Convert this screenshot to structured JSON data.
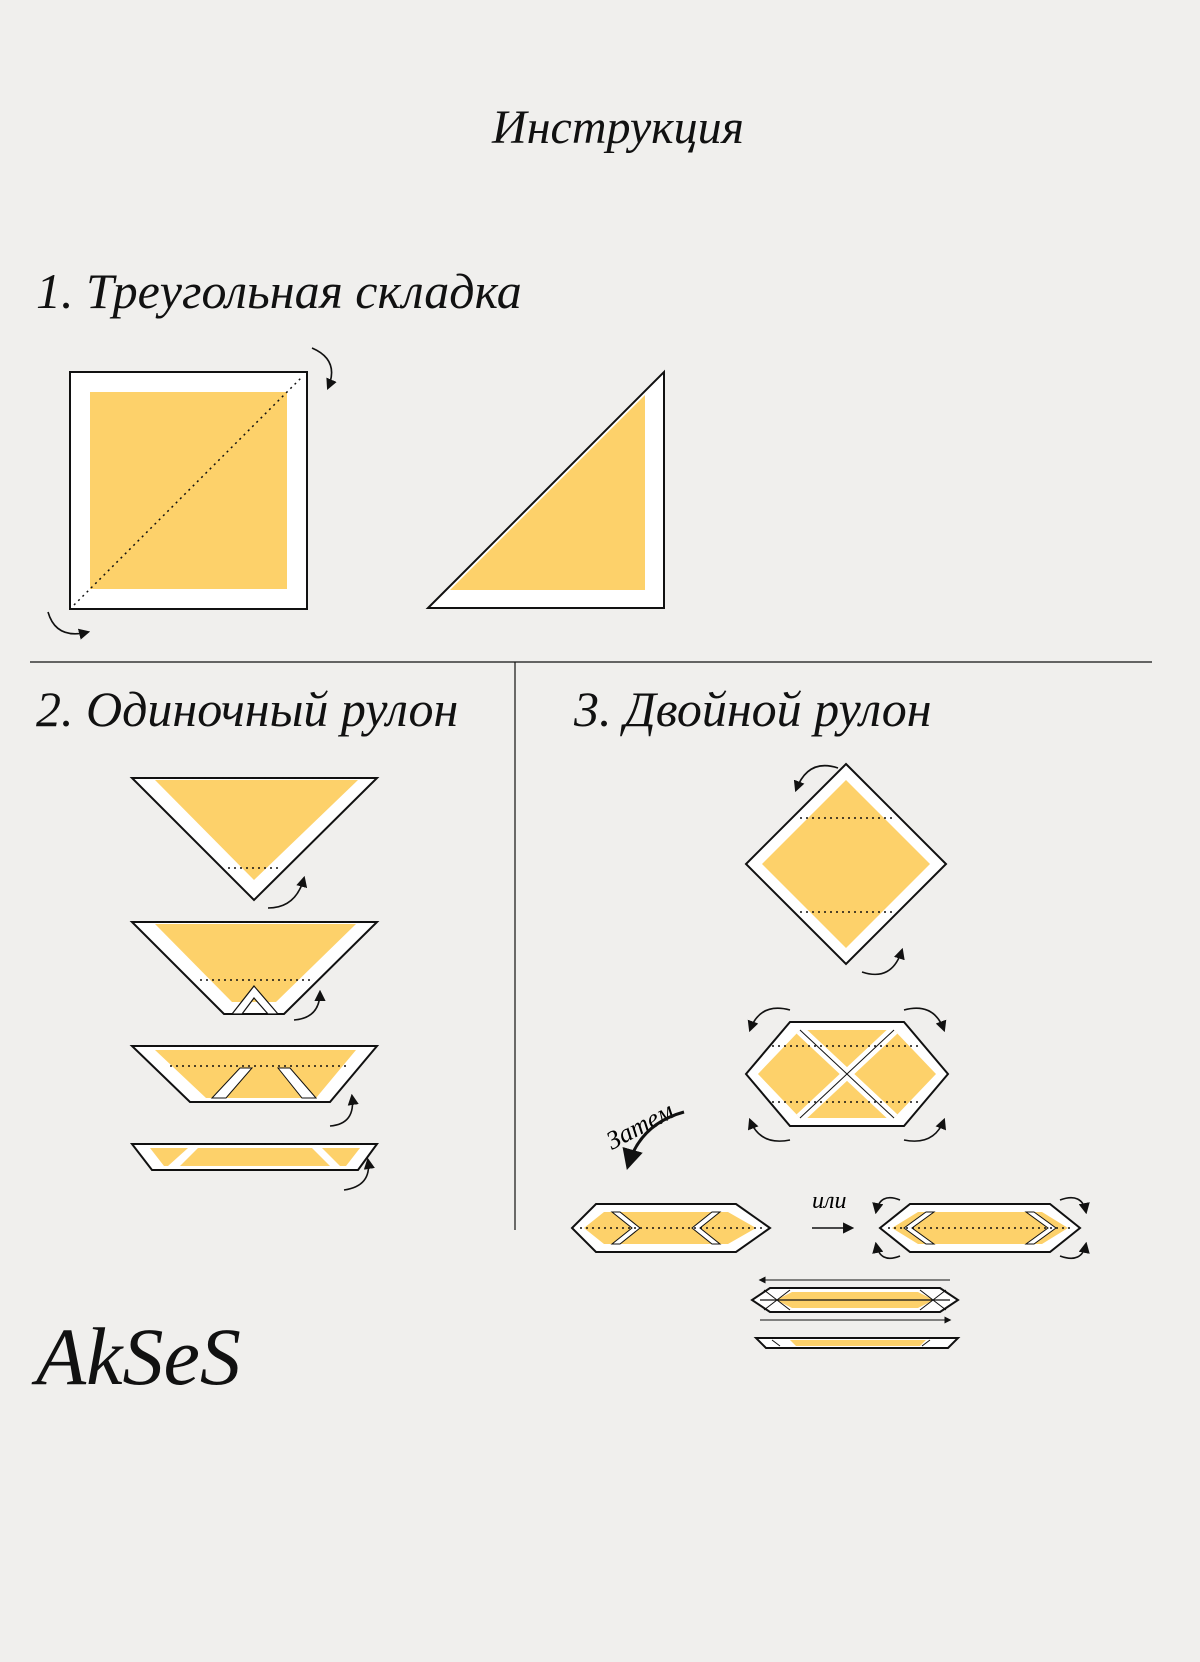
{
  "title": "Инструкция",
  "sections": [
    {
      "label": "1. Треугольная складка"
    },
    {
      "label": "2. Одиночный рулон"
    },
    {
      "label": "3. Двойной рулон"
    }
  ],
  "annotations": {
    "then": "Затем",
    "or": "или"
  },
  "brand": "AkSeS",
  "colors": {
    "fill": "#fdd16a",
    "border": "#ffffff",
    "line": "#111111",
    "background": "#f0efed"
  }
}
